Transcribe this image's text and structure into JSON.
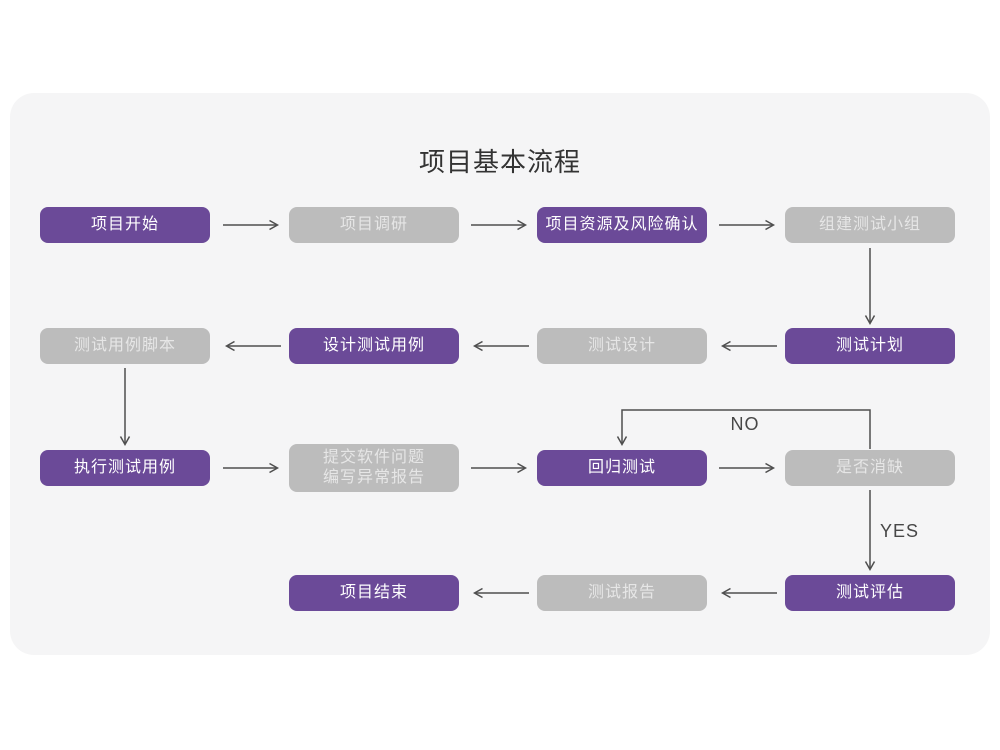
{
  "title": "项目基本流程",
  "decision_labels": {
    "no": "NO",
    "yes": "YES"
  },
  "colors": {
    "card_background": "#f5f5f6",
    "node_purple": "#6b4a98",
    "node_gray": "#bcbcbc",
    "node_text_on_purple": "#ffffff",
    "node_text_on_gray": "#e6e6e6",
    "arrow": "#4f4f4f",
    "title_text": "#333333",
    "flow_label_text": "#474747"
  },
  "nodes": {
    "project_start": {
      "label": "项目开始",
      "variant": "purple"
    },
    "project_research": {
      "label": "项目调研",
      "variant": "gray"
    },
    "resource_risk_confirm": {
      "label": "项目资源及风险确认",
      "variant": "purple"
    },
    "form_test_team": {
      "label": "组建测试小组",
      "variant": "gray"
    },
    "test_plan": {
      "label": "测试计划",
      "variant": "purple"
    },
    "test_design": {
      "label": "测试设计",
      "variant": "gray"
    },
    "design_test_cases": {
      "label": "设计测试用例",
      "variant": "purple"
    },
    "test_case_script": {
      "label": "测试用例脚本",
      "variant": "gray"
    },
    "execute_test_cases": {
      "label": "执行测试用例",
      "variant": "purple"
    },
    "submit_issue_report": {
      "line1": "提交软件问题",
      "line2": "编写异常报告",
      "variant": "gray"
    },
    "regression_test": {
      "label": "回归测试",
      "variant": "purple"
    },
    "defect_cleared": {
      "label": "是否消缺",
      "variant": "gray"
    },
    "test_evaluation": {
      "label": "测试评估",
      "variant": "purple"
    },
    "test_report": {
      "label": "测试报告",
      "variant": "gray"
    },
    "project_end": {
      "label": "项目结束",
      "variant": "purple"
    }
  }
}
